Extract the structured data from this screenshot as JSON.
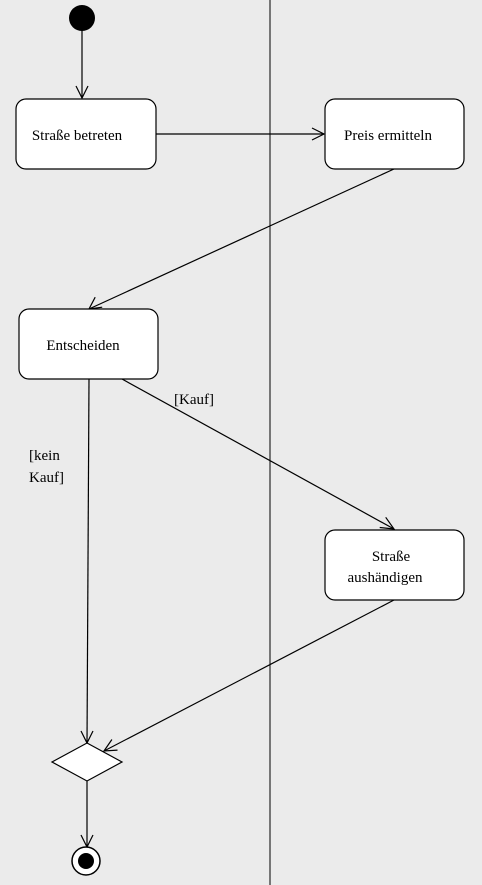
{
  "diagram": {
    "type": "uml-activity-diagram",
    "background_color": "#ebebeb",
    "node_fill": "#ffffff",
    "line_color": "#000000",
    "nodes": {
      "start": {
        "kind": "initial-node"
      },
      "strasse_betreten": {
        "kind": "action",
        "lines": [
          "Straße betreten"
        ]
      },
      "preis_ermitteln": {
        "kind": "action",
        "lines": [
          "Preis ermitteln"
        ]
      },
      "entscheiden": {
        "kind": "action",
        "lines": [
          "Entscheiden"
        ]
      },
      "strasse_aushaendigen": {
        "kind": "action",
        "lines": [
          "Straße",
          "aushändigen"
        ]
      },
      "merge": {
        "kind": "merge-node"
      },
      "end": {
        "kind": "final-node"
      }
    },
    "guards": {
      "kauf": {
        "lines": [
          "[Kauf]"
        ]
      },
      "kein_kauf": {
        "lines": [
          "[kein",
          "Kauf]"
        ]
      }
    },
    "flows": [
      {
        "from": "start",
        "to": "strasse_betreten"
      },
      {
        "from": "strasse_betreten",
        "to": "preis_ermitteln"
      },
      {
        "from": "preis_ermitteln",
        "to": "entscheiden"
      },
      {
        "from": "entscheiden",
        "to": "strasse_aushaendigen",
        "guard": "kauf"
      },
      {
        "from": "entscheiden",
        "to": "merge",
        "guard": "kein_kauf"
      },
      {
        "from": "strasse_aushaendigen",
        "to": "merge"
      },
      {
        "from": "merge",
        "to": "end"
      }
    ]
  }
}
